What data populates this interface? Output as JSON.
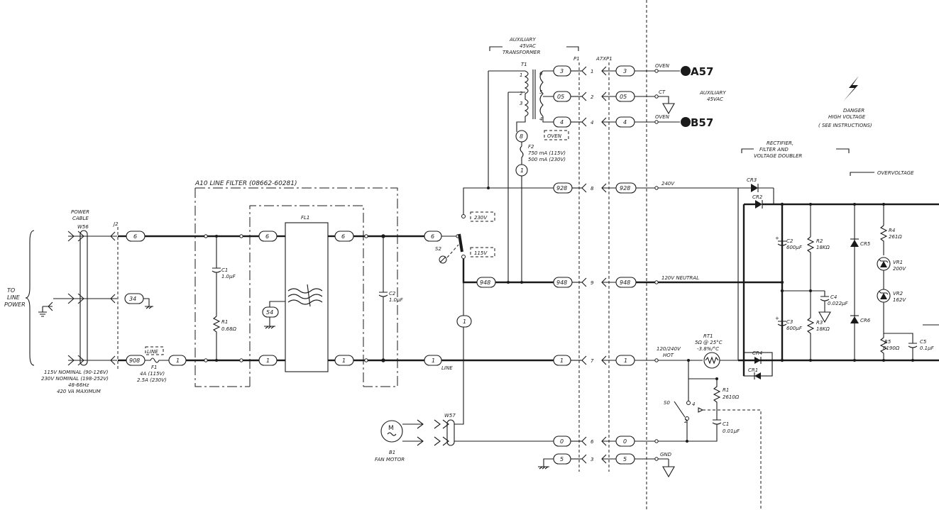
{
  "labels": {
    "to_line_power": [
      "TO",
      "LINE",
      "POWER"
    ],
    "power_cable": [
      "POWER",
      "CABLE"
    ],
    "w56": "W56",
    "j2": "J2",
    "line_filter": "A10 LINE FILTER (08662-60281)",
    "fl1": "FL1",
    "c1_main": [
      "C1",
      "1.0μF"
    ],
    "r1_main": [
      "R1",
      "0.68Ω"
    ],
    "c2_main": [
      "C2",
      "1.0μF"
    ],
    "line_box": "LINE",
    "f1": [
      "F1",
      "4A (115V)",
      "2.5A (230V)"
    ],
    "line_spec": [
      "115V NOMINAL (90-126V)",
      "230V NOMINAL (198-252V)",
      "48-66Hz",
      "420 VA MAXIMUM"
    ],
    "line_word": "LINE",
    "aux_transformer": [
      "AUXILIARY",
      "45VAC",
      "TRANSFORMER"
    ],
    "t1": "T1",
    "p1": "P1",
    "a7xp1": "A7XP1",
    "oven_box": "OVEN",
    "f2": [
      "F2",
      "750 mA (115V)",
      "500 mA (230V)"
    ],
    "s2": "S2",
    "sw_230": "230V",
    "sw_115": "115V",
    "w57": "W57",
    "fan_motor": [
      "B1",
      "FAN MOTOR"
    ],
    "motor_m": "M",
    "oven": "OVEN",
    "ct": "CT",
    "aux_45vac": [
      "AUXILIARY",
      "45VAC"
    ],
    "a57": "A57",
    "b57": "B57",
    "v240": "240V",
    "neutral_120": "120V NEUTRAL",
    "hot": [
      "120/240V",
      "HOT"
    ],
    "gnd": "GND",
    "rt1": [
      "RT1",
      "5Ω @ 25°C",
      "-3.8%/°C"
    ],
    "s0": "S0",
    "r1_low": [
      "R1",
      "2610Ω"
    ],
    "c1_low": [
      "C1",
      "0.01μF"
    ],
    "danger": [
      "DANGER",
      "HIGH VOLTAGE",
      "( SEE INSTRUCTIONS)"
    ],
    "rectifier": [
      "RECTIFIER,",
      "FILTER AND",
      "VOLTAGE DOUBLER"
    ],
    "overvoltage": "OVERVOLTAGE",
    "cr": {
      "cr1": "CR1",
      "cr2": "CR2",
      "cr3": "CR3",
      "cr4": "CR4",
      "cr5": "CR5",
      "cr6": "CR6"
    },
    "c2_rect": [
      "C2",
      "600μF"
    ],
    "c3_rect": [
      "C3",
      "600μF"
    ],
    "r2_rect": [
      "R2",
      "18KΩ"
    ],
    "r3_rect": [
      "R3",
      "18KΩ"
    ],
    "c4_rect": [
      "C4",
      "0.022μF"
    ],
    "r4": [
      "R4",
      "261Ω"
    ],
    "vr1": [
      "VR1",
      "200V"
    ],
    "vr2": [
      "VR2",
      "162V"
    ],
    "r5": [
      "R5",
      "6190Ω"
    ],
    "c5": [
      "C5",
      "0.1μF"
    ],
    "plus": "+"
  },
  "wire_codes": {
    "w6": "6",
    "w34": "34",
    "w908": "908",
    "w1": "1",
    "w54": "54",
    "w3": "3",
    "w05": "05",
    "w4": "4",
    "w8": "8",
    "w928": "928",
    "w948": "948",
    "w0": "0",
    "w5": "5"
  },
  "pins": {
    "t1_1": "1",
    "t1_2": "2",
    "t1_3": "3",
    "t1_4": "4",
    "t1_5": "5",
    "t1_6": "6",
    "p1_1": "1",
    "p1_2": "2",
    "p1_4": "4",
    "p1_8": "8",
    "p1_9": "9",
    "p1_7": "7",
    "p1_6": "6",
    "p1_3": "3",
    "s0_4": "4",
    "s0_2": "2"
  }
}
